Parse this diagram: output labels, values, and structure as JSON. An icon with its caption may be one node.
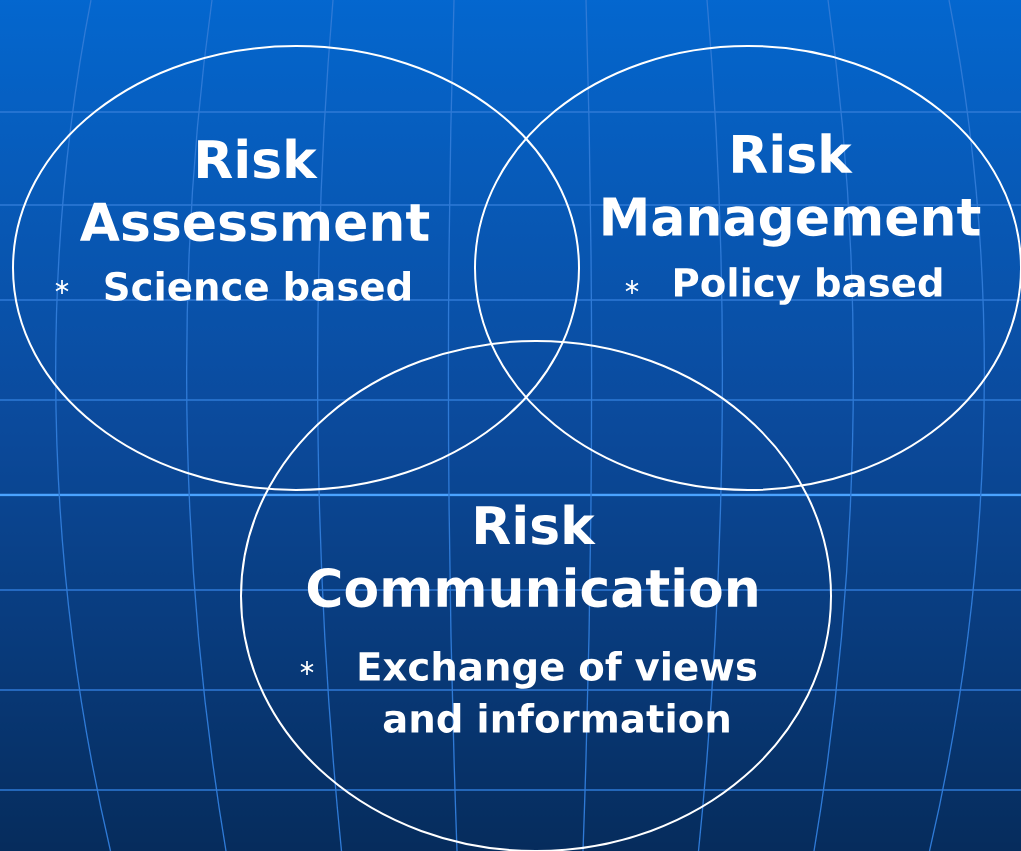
{
  "diagram": {
    "nodes": [
      {
        "text": [
          "Risk Assessment",
          "Science based"
        ]
      },
      {
        "text": [
          "Risk Management",
          "Policy based"
        ]
      },
      {
        "text": [
          "Risk Communication",
          "Exchange of views and information"
        ]
      }
    ]
  }
}
